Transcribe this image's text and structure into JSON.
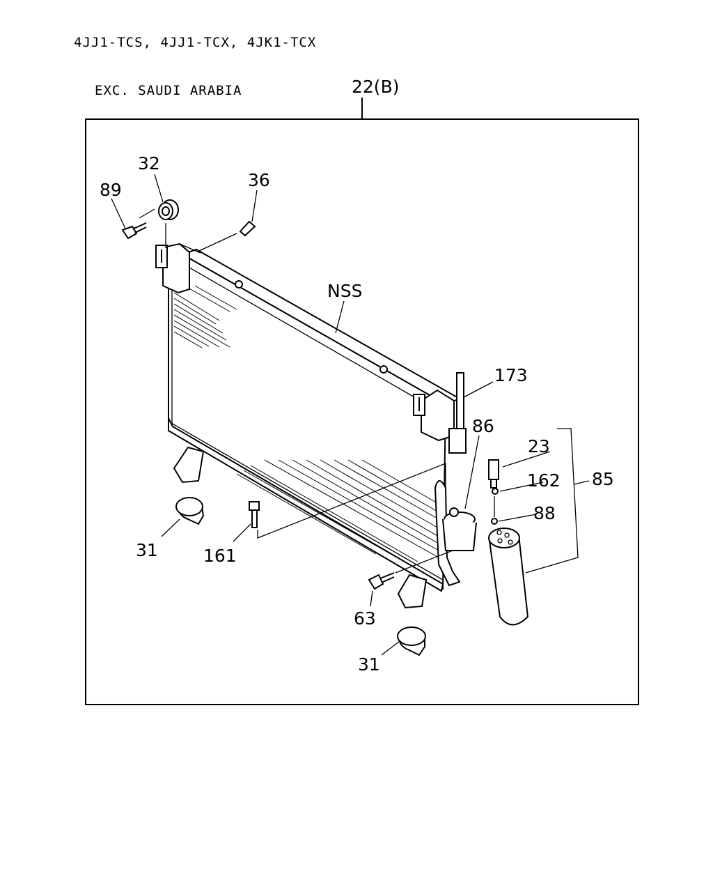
{
  "header": {
    "line1": "4JJ1-TCS, 4JJ1-TCX, 4JK1-TCX",
    "line2": "EXC. SAUDI ARABIA"
  },
  "frame": {
    "label": "22(B)"
  },
  "callouts": {
    "p32": "32",
    "p89": "89",
    "p36": "36",
    "nss": "NSS",
    "p173": "173",
    "p86": "86",
    "p23": "23",
    "p162": "162",
    "p85": "85",
    "p88": "88",
    "p31a": "31",
    "p161": "161",
    "p63": "63",
    "p31b": "31"
  }
}
